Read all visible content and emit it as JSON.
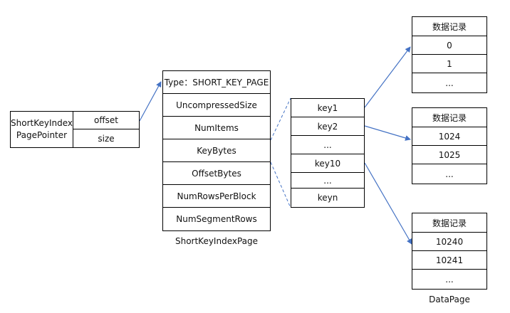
{
  "pointer": {
    "name_line1": "ShortKeyIndex",
    "name_line2": "PagePointer",
    "fields": [
      "offset",
      "size"
    ]
  },
  "short_key_page": {
    "rows": [
      "Type：SHORT_KEY_PAGE",
      "UncompressedSize",
      "NumItems",
      "KeyBytes",
      "OffsetBytes",
      "NumRowsPerBlock",
      "NumSegmentRows"
    ],
    "caption": "ShortKeyIndexPage"
  },
  "keys": {
    "rows": [
      "key1",
      "key2",
      "...",
      "key10",
      "...",
      "keyn"
    ]
  },
  "data_pages": {
    "caption": "DataPage",
    "pages": [
      {
        "rows": [
          "数据记录",
          "0",
          "1",
          "..."
        ]
      },
      {
        "rows": [
          "数据记录",
          "1024",
          "1025",
          "..."
        ]
      },
      {
        "rows": [
          "数据记录",
          "10240",
          "10241",
          "..."
        ]
      }
    ]
  },
  "colors": {
    "arrow": "#4472c4",
    "dashed": "#4472c4",
    "border": "#000000"
  }
}
